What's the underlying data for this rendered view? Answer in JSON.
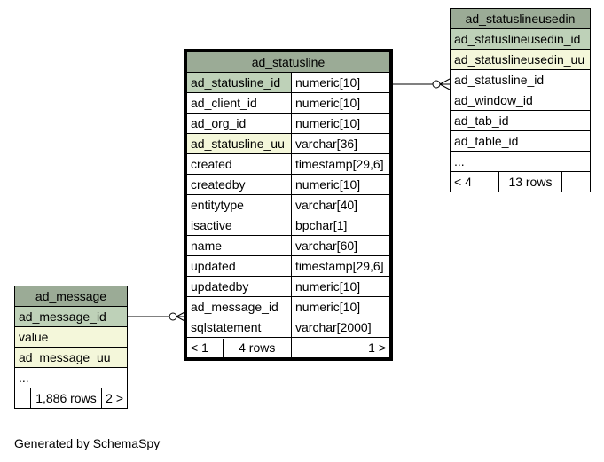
{
  "tables": {
    "ad_statuslineusedin": {
      "name": "ad_statuslineusedin",
      "columns": [
        "ad_statuslineusedin_id",
        "ad_statuslineusedin_uu",
        "ad_statusline_id",
        "ad_window_id",
        "ad_tab_id",
        "ad_table_id",
        "..."
      ],
      "footer": {
        "left": "< 4",
        "rows": "13 rows",
        "right": ""
      }
    },
    "ad_statusline": {
      "name": "ad_statusline",
      "columns": [
        {
          "name": "ad_statusline_id",
          "type": "numeric[10]"
        },
        {
          "name": "ad_client_id",
          "type": "numeric[10]"
        },
        {
          "name": "ad_org_id",
          "type": "numeric[10]"
        },
        {
          "name": "ad_statusline_uu",
          "type": "varchar[36]"
        },
        {
          "name": "created",
          "type": "timestamp[29,6]"
        },
        {
          "name": "createdby",
          "type": "numeric[10]"
        },
        {
          "name": "entitytype",
          "type": "varchar[40]"
        },
        {
          "name": "isactive",
          "type": "bpchar[1]"
        },
        {
          "name": "name",
          "type": "varchar[60]"
        },
        {
          "name": "updated",
          "type": "timestamp[29,6]"
        },
        {
          "name": "updatedby",
          "type": "numeric[10]"
        },
        {
          "name": "ad_message_id",
          "type": "numeric[10]"
        },
        {
          "name": "sqlstatement",
          "type": "varchar[2000]"
        }
      ],
      "footer": {
        "left": "< 1",
        "rows": "4 rows",
        "right": "1 >"
      }
    },
    "ad_message": {
      "name": "ad_message",
      "columns": [
        "ad_message_id",
        "value",
        "ad_message_uu",
        "..."
      ],
      "footer": {
        "left": "",
        "rows": "1,886 rows",
        "right": "2 >"
      }
    }
  },
  "footer_text": "Generated by SchemaSpy",
  "colors": {
    "header": "#9bab96",
    "primary_key": "#bed1b8",
    "unique": "#f4f7da"
  }
}
